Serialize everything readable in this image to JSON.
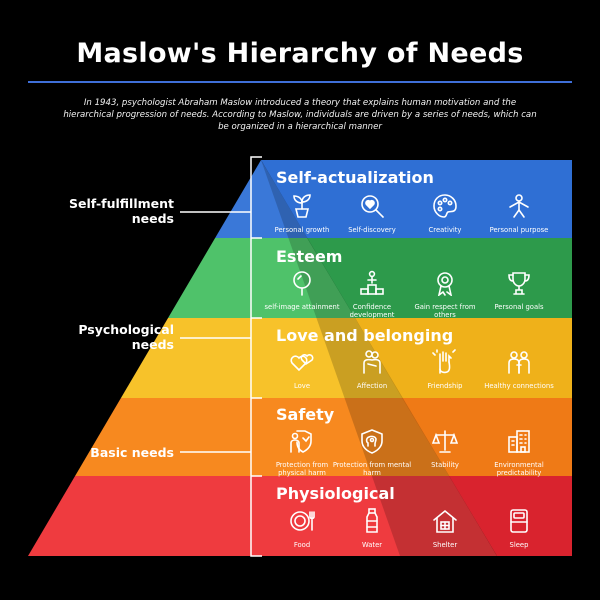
{
  "title": "Maslow's Hierarchy of Needs",
  "intro": "In 1943, psychologist Abraham Maslow introduced a theory that explains human motivation and the hierarchical progression of needs. According to Maslow, individuals are driven by a series of needs, which can be organized in a hierarchical manner",
  "groups": {
    "self_fulfillment": "Self-fulfillment needs",
    "psychological": "Psychological needs",
    "basic": "Basic needs"
  },
  "levels": [
    {
      "name": "Self-actualization",
      "color": "#3a78d8",
      "items": [
        {
          "label": "Personal growth",
          "icon": "plant-icon"
        },
        {
          "label": "Self-discovery",
          "icon": "magnifier-heart-icon"
        },
        {
          "label": "Creativity",
          "icon": "palette-icon"
        },
        {
          "label": "Personal purpose",
          "icon": "person-arrow-icon"
        }
      ]
    },
    {
      "name": "Esteem",
      "color": "#2e9a4e",
      "items": [
        {
          "label": "self-image attainment",
          "icon": "mirror-icon"
        },
        {
          "label": "Confidence development",
          "icon": "podium-icon"
        },
        {
          "label": "Gain respect from others",
          "icon": "medal-icon"
        },
        {
          "label": "Personal goals",
          "icon": "trophy-icon"
        }
      ]
    },
    {
      "name": "Love and belonging",
      "color": "#f2b51b",
      "items": [
        {
          "label": "Love",
          "icon": "hearts-icon"
        },
        {
          "label": "Affection",
          "icon": "hugging-icon"
        },
        {
          "label": "Friendship",
          "icon": "high-five-icon"
        },
        {
          "label": "Healthy connections",
          "icon": "people-icon"
        }
      ]
    },
    {
      "name": "Safety",
      "color": "#f27a1a",
      "items": [
        {
          "label": "Protection from physical harm",
          "icon": "shield-person-icon"
        },
        {
          "label": "Protection from mental harm",
          "icon": "shield-head-icon"
        },
        {
          "label": "Stability",
          "icon": "scales-icon"
        },
        {
          "label": "Environmental predictability",
          "icon": "buildings-icon"
        }
      ]
    },
    {
      "name": "Physiological",
      "color": "#e8323a",
      "items": [
        {
          "label": "Food",
          "icon": "plate-icon"
        },
        {
          "label": "Water",
          "icon": "bottle-icon"
        },
        {
          "label": "Shelter",
          "icon": "house-icon"
        },
        {
          "label": "Sleep",
          "icon": "bed-icon"
        }
      ]
    }
  ]
}
